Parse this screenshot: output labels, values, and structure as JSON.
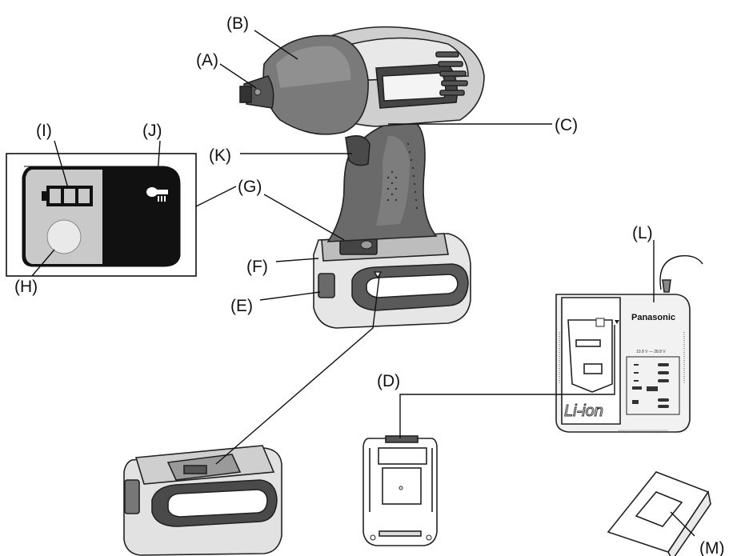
{
  "labels": {
    "A": "(A)",
    "B": "(B)",
    "C": "(C)",
    "D": "(D)",
    "E": "(E)",
    "F": "(F)",
    "G": "(G)",
    "H": "(H)",
    "I": "(I)",
    "J": "(J)",
    "K": "(K)",
    "L": "(L)",
    "M": "(M)"
  },
  "charger": {
    "brand": "Panasonic",
    "voltage": "10.8 V — 28.8 V",
    "mark": "Li-ion"
  },
  "colors": {
    "dark_gray": "#5a5a5a",
    "mid_gray": "#9a9a9a",
    "light_gray": "#d9d9d9",
    "black": "#111111"
  }
}
